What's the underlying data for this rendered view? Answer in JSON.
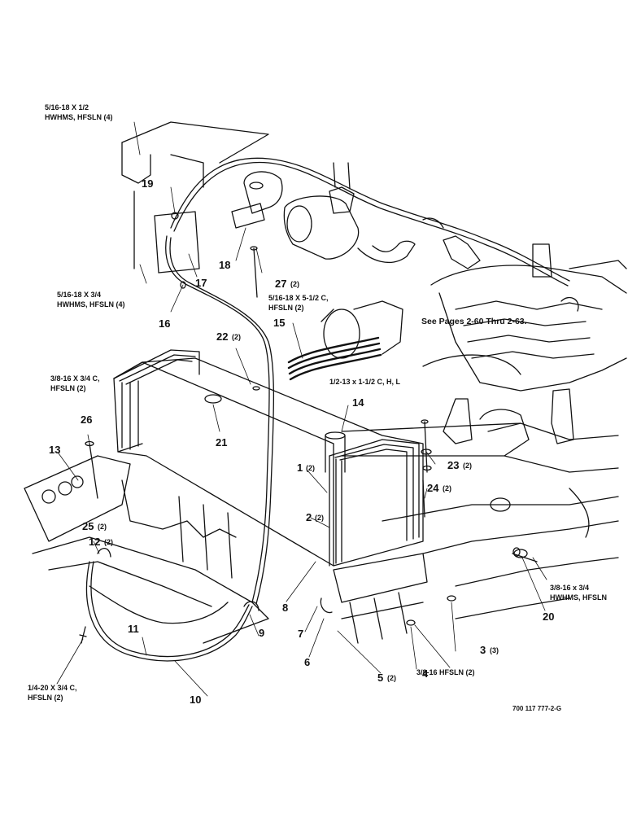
{
  "callouts": {
    "c1": "1",
    "c2": "2",
    "c3": "3",
    "c4": "4",
    "c5": "5",
    "c6": "6",
    "c7": "7",
    "c8": "8",
    "c9": "9",
    "c10": "10",
    "c11": "11",
    "c12": "12",
    "c13": "13",
    "c14": "14",
    "c15": "15",
    "c16": "16",
    "c17": "17",
    "c18": "18",
    "c19": "19",
    "c20": "20",
    "c21": "21",
    "c22": "22",
    "c23": "23",
    "c24": "24",
    "c25": "25",
    "c26": "26",
    "c27": "27"
  },
  "quantities": {
    "q1": "(2)",
    "q2": "(2)",
    "q3": "(3)",
    "q5": "(2)",
    "q12": "(2)",
    "q22": "(2)",
    "q23": "(2)",
    "q24": "(2)",
    "q25": "(2)",
    "q27": "(2)"
  },
  "hardware_notes": {
    "n1": "5/16-18 X 1/2\nHWHMS, HFSLN (4)",
    "n2": "5/16-18 X 3/4\nHWHMS, HFSLN (4)",
    "n3": "5/16-18 X 5-1/2 C,\nHFSLN (2)",
    "n4": "1/2-13 x 1-1/2 C, H, L",
    "n5": "3/8-16 X 3/4 C,\nHFSLN (2)",
    "n6": "3/8-16 x 3/4\nHWHMS, HFSLN",
    "n7": "3/8-16 HFSLN (2)",
    "n8": "1/4-20 X 3/4 C,\nHFSLN (2)"
  },
  "reference_note": "See Pages 2-60 Thru 2-63.",
  "drawing_number": "700 117 777-2-G",
  "colors": {
    "ink": "#111111",
    "paper": "#ffffff"
  }
}
